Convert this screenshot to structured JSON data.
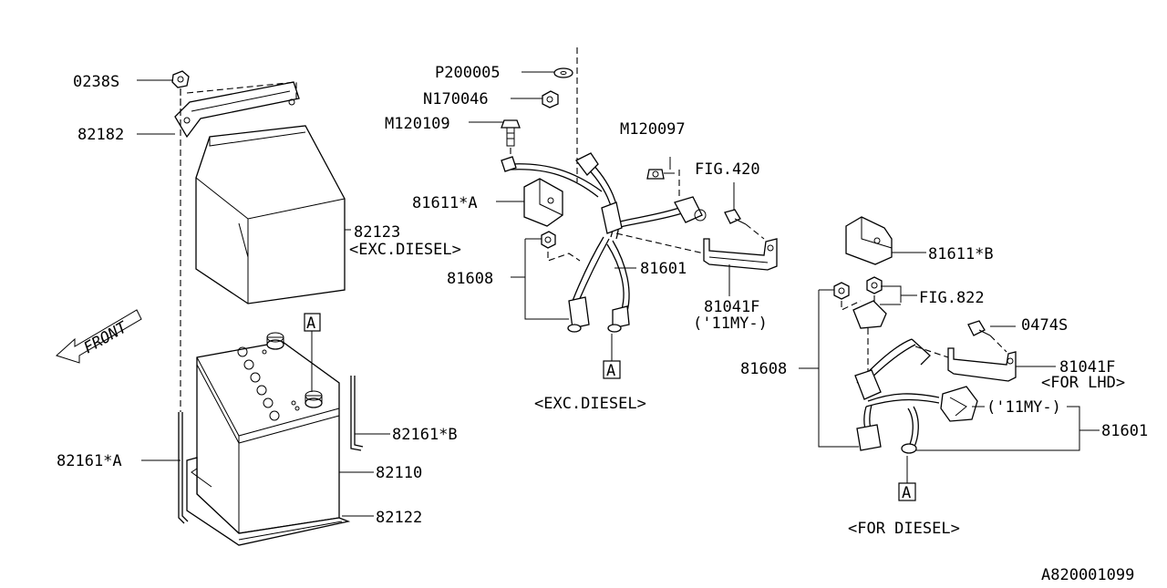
{
  "diagram_id": "A820001099",
  "front_marker": "FRONT",
  "ref_marker": "A",
  "labels": {
    "p200005": "P200005",
    "n170046": "N170046",
    "m120109": "M120109",
    "m120097": "M120097",
    "fig420": "FIG.420",
    "p81611a": "81611*A",
    "p81611b": "81611*B",
    "p82123": "82123",
    "p82123_note": "<EXC.DIESEL>",
    "p0238s": "0238S",
    "p82182": "82182",
    "p81608_left": "81608",
    "p81601_left": "81601",
    "p81041f_left": "81041F",
    "p81041f_left_note": "('11MY-)",
    "exc_diesel_caption": "<EXC.DIESEL>",
    "fig822": "FIG.822",
    "p0474s": "0474S",
    "p81608_right": "81608",
    "p81041f_right": "81041F",
    "p81041f_right_note": "<FOR LHD>",
    "p11my_right": "('11MY-)",
    "p81601_right": "81601",
    "for_diesel_caption": "<FOR DIESEL>",
    "p82161a": "82161*A",
    "p82161b": "82161*B",
    "p82110": "82110",
    "p82122": "82122"
  }
}
